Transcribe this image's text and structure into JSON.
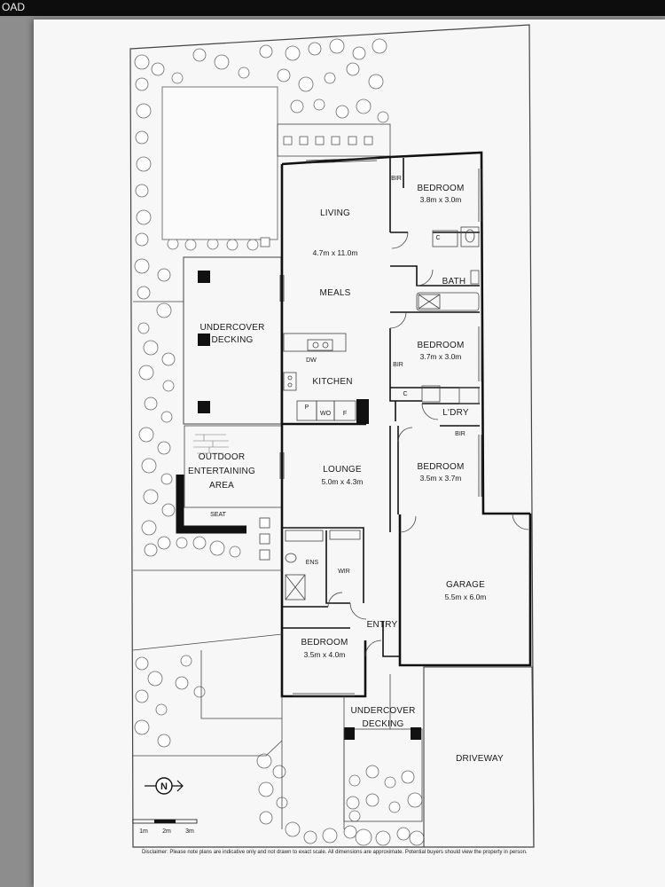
{
  "header": {
    "fragment": "OAD"
  },
  "plan": {
    "rooms": {
      "bedroom1": {
        "name": "BEDROOM",
        "size": "3.8m x 3.0m"
      },
      "living": {
        "name": "LIVING",
        "size": "4.7m x 11.0m"
      },
      "meals": {
        "name": "MEALS"
      },
      "bath": {
        "name": "BATH"
      },
      "bedroom2": {
        "name": "BEDROOM",
        "size": "3.7m x 3.0m"
      },
      "kitchen": {
        "name": "KITCHEN"
      },
      "laundry": {
        "name": "L'DRY"
      },
      "bedroom3": {
        "name": "BEDROOM",
        "size": "3.5m x 3.7m"
      },
      "lounge": {
        "name": "LOUNGE",
        "size": "5.0m x 4.3m"
      },
      "undercover_decking_rear": {
        "line1": "UNDERCOVER",
        "line2": "DECKING"
      },
      "outdoor_area": {
        "line1": "OUTDOOR",
        "line2": "ENTERTAINING",
        "line3": "AREA"
      },
      "seat": {
        "name": "SEAT"
      },
      "ensuite": {
        "name": "ENS"
      },
      "wir": {
        "name": "WIR"
      },
      "garage": {
        "name": "GARAGE",
        "size": "5.5m x 6.0m"
      },
      "entry": {
        "name": "ENTRY"
      },
      "bedroom4": {
        "name": "BEDROOM",
        "size": "3.5m x 4.0m"
      },
      "undercover_decking_front": {
        "line1": "UNDERCOVER",
        "line2": "DECKING"
      },
      "driveway": {
        "name": "DRIVEWAY"
      }
    },
    "fixtures": {
      "bir": "BIR",
      "cupboard": "C",
      "dishwasher": "DW",
      "pantry": "P",
      "wall_oven": "WO",
      "fridge": "F"
    },
    "north_arrow": "N",
    "scale": {
      "labels": [
        "1m",
        "2m",
        "3m"
      ]
    },
    "disclaimer": "Disclaimer: Please note plans are indicative only and not drawn to exact scale. All dimensions are approximate. Potential buyers should view the property in person."
  }
}
